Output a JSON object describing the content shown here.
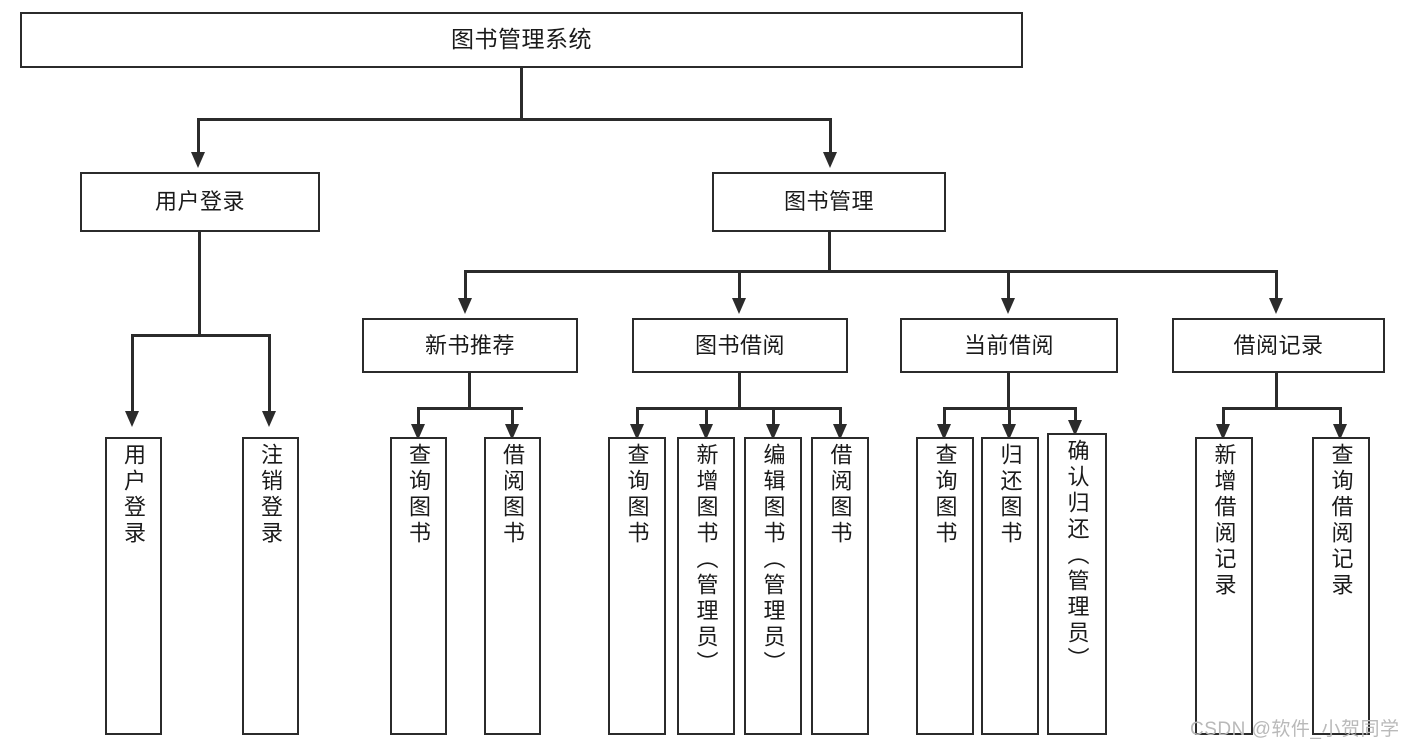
{
  "diagram": {
    "title_node": {
      "label": "图书管理系统"
    },
    "level2": [
      {
        "id": "user-login",
        "label": "用户登录"
      },
      {
        "id": "book-management",
        "label": "图书管理"
      }
    ],
    "level3": [
      {
        "id": "new-book-recommend",
        "label": "新书推荐"
      },
      {
        "id": "book-borrow",
        "label": "图书借阅"
      },
      {
        "id": "current-borrow",
        "label": "当前借阅"
      },
      {
        "id": "borrow-record",
        "label": "借阅记录"
      }
    ],
    "leaves": {
      "user_login": [
        {
          "id": "leaf-user-login",
          "label": "用户登录"
        },
        {
          "id": "leaf-logout-login",
          "label": "注销登录"
        }
      ],
      "new_book_recommend": [
        {
          "id": "leaf-query-book-1",
          "label": "查询图书"
        },
        {
          "id": "leaf-borrow-book-1",
          "label": "借阅图书"
        }
      ],
      "book_borrow": [
        {
          "id": "leaf-query-book-2",
          "label": "查询图书"
        },
        {
          "id": "leaf-add-book",
          "label": "新增图书（管理员）"
        },
        {
          "id": "leaf-edit-book",
          "label": "编辑图书（管理员）"
        },
        {
          "id": "leaf-borrow-book-2",
          "label": "借阅图书"
        }
      ],
      "current_borrow": [
        {
          "id": "leaf-query-book-3",
          "label": "查询图书"
        },
        {
          "id": "leaf-return-book",
          "label": "归还图书"
        },
        {
          "id": "leaf-confirm-return",
          "label": "确认归还（管理员）"
        }
      ],
      "borrow_record": [
        {
          "id": "leaf-add-record",
          "label": "新增借阅记录"
        },
        {
          "id": "leaf-query-record",
          "label": "查询借阅记录"
        }
      ]
    },
    "watermark": "CSDN @软件_小贺同学",
    "colors": {
      "stroke": "#2b2b2b",
      "fill": "#ffffff",
      "text": "#1a1a1a",
      "watermark": "#b9b9b9"
    }
  }
}
